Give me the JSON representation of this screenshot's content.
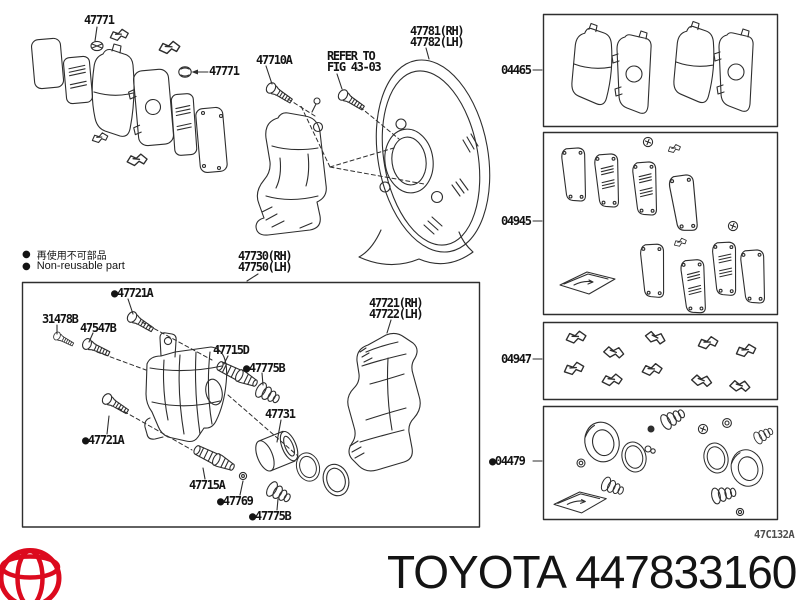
{
  "colors": {
    "line": "#2e2e2e",
    "text": "#141414",
    "logo-red": "#dc0a1e",
    "code-gray": "#4d4d4d",
    "bg": "#ffffff"
  },
  "legend": {
    "bullet": "●",
    "jp": "再使用不可部品",
    "en": "Non-reusable part"
  },
  "callouts": {
    "pad_kit_top": "47771",
    "pad_clip": "47771",
    "mount_bolt": "47710A",
    "refer_line1": "REFER TO",
    "refer_line2": "FIG 43-03",
    "shield_rh": "47781(RH)",
    "shield_lh": "47782(LH)",
    "mount_rh": "47730(RH)",
    "mount_lh": "47750(LH)"
  },
  "caliper": {
    "slide_bolt_upper": "●47721A",
    "bleeder_plug": "31478B",
    "fitting_bolt": "47547B",
    "slide_pin_upper": "47715D",
    "boot_upper": "●47775B",
    "piston": "47731",
    "slide_bolt_lower": "●47721A",
    "slide_pin_lower": "47715A",
    "pin_cap": "●47769",
    "boot_lower": "●47775B",
    "bracket_rh": "47721(RH)",
    "bracket_lh": "47722(LH)"
  },
  "kits": {
    "pad_kit": "04465",
    "shim_kit": "04945",
    "fitting_kit": "04947",
    "cylinder_kit": "●04479"
  },
  "footer": {
    "brand": "TOYOTA",
    "part_number": "447833160",
    "diagram_code": "47C132A"
  }
}
